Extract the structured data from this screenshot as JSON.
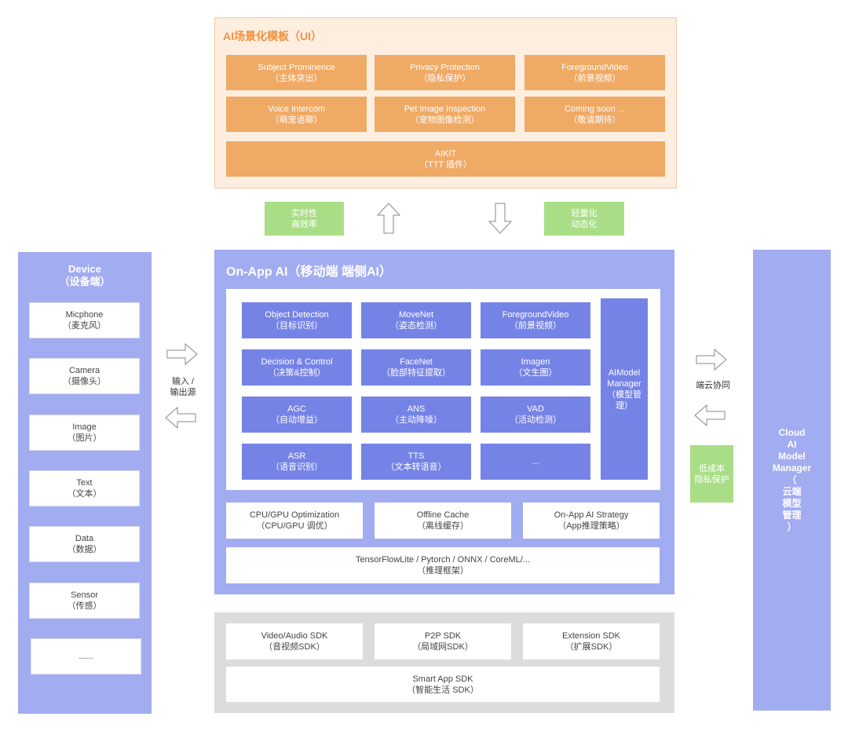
{
  "templates": {
    "title": "AI场景化模板（UI）",
    "items": [
      {
        "en": "Subject Prominence",
        "zh": "（主体突出）"
      },
      {
        "en": "Privacy Protection",
        "zh": "（隐私保护）"
      },
      {
        "en": "ForegroundVideo",
        "zh": "（前景视频）"
      },
      {
        "en": "Voice Intercom",
        "zh": "（萌宠语聊）"
      },
      {
        "en": "Pet Image Inspection",
        "zh": "（宠物图像检测）"
      },
      {
        "en": "Coming soon ...",
        "zh": "（敬请期待）"
      }
    ],
    "aikit": {
      "en": "AIKIT",
      "zh": "（TTT 插件）"
    }
  },
  "middle": {
    "left_tag": {
      "l1": "实时性",
      "l2": "高效率"
    },
    "right_tag": {
      "l1": "轻量化",
      "l2": "动态化"
    }
  },
  "device": {
    "title1": "Device",
    "title2": "（设备端）",
    "items": [
      {
        "en": "Micphone",
        "zh": "（麦克风）"
      },
      {
        "en": "Camera",
        "zh": "（摄像头）"
      },
      {
        "en": "Image",
        "zh": "（图片）"
      },
      {
        "en": "Text",
        "zh": "（文本）"
      },
      {
        "en": "Data",
        "zh": "（数据）"
      },
      {
        "en": "Sensor",
        "zh": "（传感）"
      },
      {
        "en": "......",
        "zh": ""
      }
    ],
    "io_label1": "输入 /",
    "io_label2": "输出源"
  },
  "onapp": {
    "title": "On-App AI（移动端 端侧AI）",
    "grid": [
      {
        "en": "Object Detection",
        "zh": "（目标识别）"
      },
      {
        "en": "MoveNet",
        "zh": "（姿态检测）"
      },
      {
        "en": "ForegroundVideo",
        "zh": "（前景视频）"
      },
      {
        "en": "Decision & Control",
        "zh": "（决策&控制）"
      },
      {
        "en": "FaceNet",
        "zh": "（脸部特征提取）"
      },
      {
        "en": "Imagen",
        "zh": "（文生图）"
      },
      {
        "en": "AGC",
        "zh": "（自动增益）"
      },
      {
        "en": "ANS",
        "zh": "（主动降噪）"
      },
      {
        "en": "VAD",
        "zh": "（活动检测）"
      },
      {
        "en": "ASR",
        "zh": "（语音识别）"
      },
      {
        "en": "TTS",
        "zh": "（文本转语音）"
      },
      {
        "en": "...",
        "zh": ""
      }
    ],
    "manager": {
      "l1": "AIModel",
      "l2": "Manager",
      "l3": "（模型管",
      "l4": "理）"
    },
    "bottom": [
      {
        "en": "CPU/GPU Optimization",
        "zh": "（CPU/GPU 调优）"
      },
      {
        "en": "Offline Cache",
        "zh": "（离线缓存）"
      },
      {
        "en": "On-App AI Strategy",
        "zh": "（App推理策略）"
      }
    ],
    "framework": {
      "en": "TensorFlowLite / Pytorch / ONNX / CoreML/...",
      "zh": "（推理框架）"
    }
  },
  "cloud_side": {
    "label": "端云协同",
    "tag": {
      "l1": "低成本",
      "l2": "隐私保护"
    }
  },
  "cloud": {
    "lines": [
      "Cloud",
      "AI",
      "Model",
      "Manager",
      "（",
      "云端",
      "模型",
      "管理",
      "）"
    ]
  },
  "sdk": {
    "items": [
      {
        "en": "Video/Audio SDK",
        "zh": "（音视频SDK）"
      },
      {
        "en": "P2P SDK",
        "zh": "（局域网SDK）"
      },
      {
        "en": "Extension SDK",
        "zh": "（扩展SDK）"
      }
    ],
    "smart": {
      "en": "Smart App SDK",
      "zh": "（智能生活 SDK）"
    }
  },
  "colors": {
    "orange": "#efaa66",
    "purple_panel": "#a2acf0",
    "purple_box": "#7683e6",
    "green": "#a9de86"
  },
  "icons": [
    "arrow-up-icon",
    "arrow-down-icon",
    "arrow-right-icon",
    "arrow-left-icon"
  ]
}
